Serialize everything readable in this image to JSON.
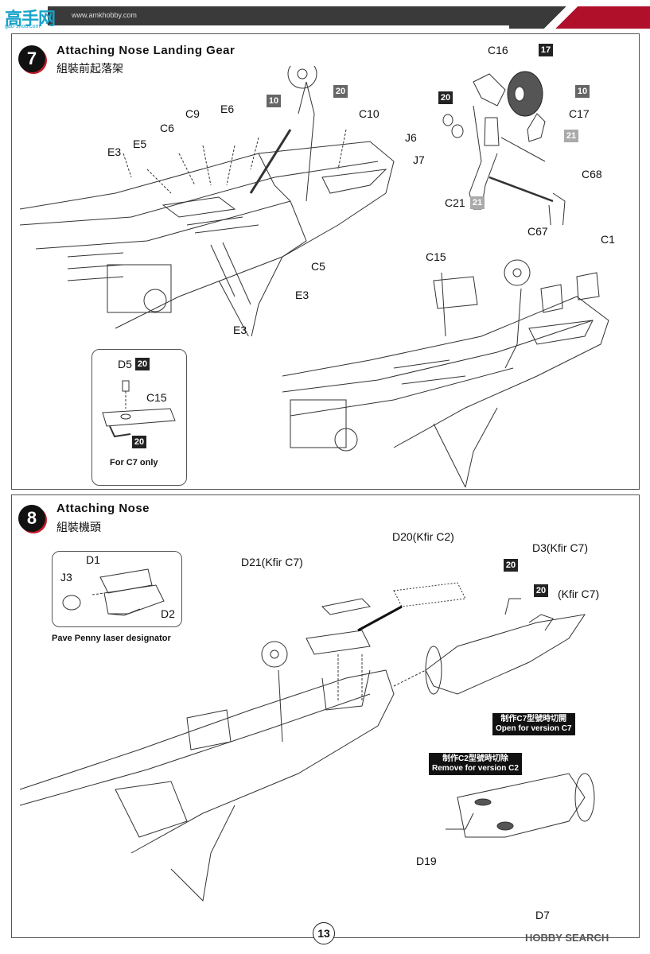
{
  "header": {
    "logo_text": "高手网",
    "logo_sub": "gao-shou.com",
    "url": "www.amkhobby.com"
  },
  "step7": {
    "number": "7",
    "title": "Attaching Nose Landing Gear",
    "title_cn": "組裝前起落架",
    "labels": {
      "e3_a": "E3",
      "e5": "E5",
      "c6": "C6",
      "c9": "C9",
      "e6": "E6",
      "c10": "C10",
      "c5": "C5",
      "e3_b": "E3",
      "e3_c": "E3",
      "c16": "C16",
      "c17": "C17",
      "j6": "J6",
      "j7": "J7",
      "c68": "C68",
      "c21": "C21",
      "c15": "C15",
      "c67": "C67",
      "c1": "C1"
    },
    "paint": {
      "p10_a": "10",
      "p20_a": "20",
      "p17": "17",
      "p10_b": "10",
      "p20_b": "20",
      "p21_a": "21",
      "p21_b": "21"
    },
    "inset": {
      "d5": "D5",
      "d5_paint": "20",
      "c15": "C15",
      "paint": "20",
      "caption": "For C7 only"
    }
  },
  "step8": {
    "number": "8",
    "title": "Attaching Nose",
    "title_cn": "組裝機頭",
    "labels": {
      "d20": "D20(Kfir C2)",
      "d21": "D21(Kfir C7)",
      "d3": "D3(Kfir C7)",
      "kfir_c7": "(Kfir C7)",
      "d19": "D19",
      "d7": "D7"
    },
    "paint": {
      "p20_a": "20",
      "p20_b": "20"
    },
    "inset": {
      "d1": "D1",
      "j3": "J3",
      "d2": "D2",
      "caption": "Pave Penny laser designator"
    },
    "notes": {
      "open_cn": "制作C7型號時切開",
      "open_en": "Open for version C7",
      "remove_cn": "制作C2型號時切除",
      "remove_en": "Remove for version C2"
    }
  },
  "footer": {
    "page": "13",
    "watermark": "HOBBY SEARCH"
  }
}
